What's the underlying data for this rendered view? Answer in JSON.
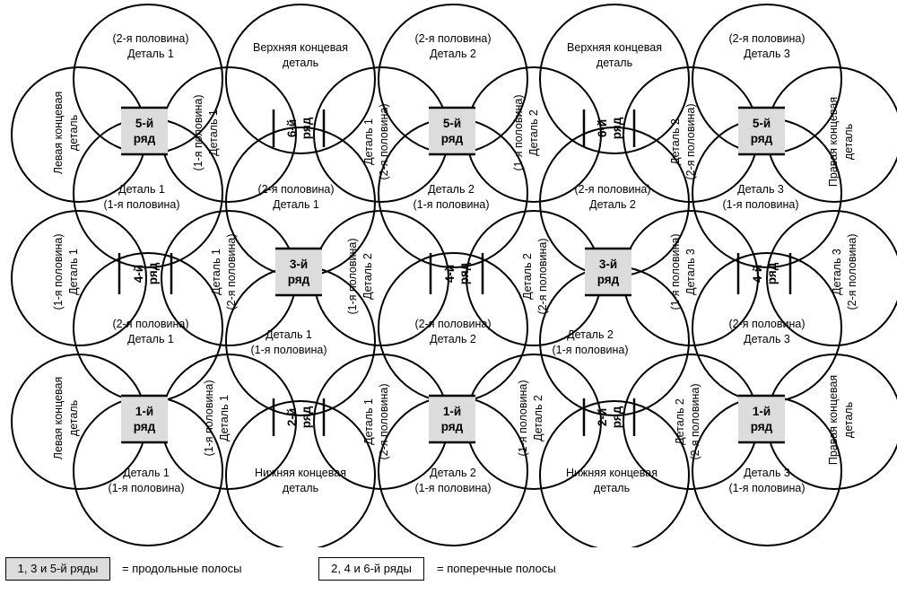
{
  "labels": {
    "second_half": "(2-я половина)",
    "first_half": "(1-я половина)",
    "detail_1": "Деталь 1",
    "detail_2": "Деталь 2",
    "detail_3": "Деталь 3",
    "top_end": "Верхняя концевая",
    "bottom_end": "Нижняя концевая",
    "end_word": "деталь",
    "left_end": "Левая концевая",
    "right_end": "Правая концевая"
  },
  "rows": {
    "row1_num": "1-й",
    "row2_num": "2-й",
    "row3_num": "3-й",
    "row4_num": "4-й",
    "row5_num": "5-й",
    "row6_num": "6-й",
    "row_word": "ряд"
  },
  "legend": {
    "longitudinal_box": "1, 3 и 5-й ряды",
    "longitudinal_text": "= продольные полосы",
    "transverse_box": "2, 4 и 6-й ряды",
    "transverse_text": "= поперечные полосы"
  },
  "colors": {
    "longitudinal_fill": "#dcdcdc",
    "outline": "#000000",
    "background": "#ffffff"
  }
}
